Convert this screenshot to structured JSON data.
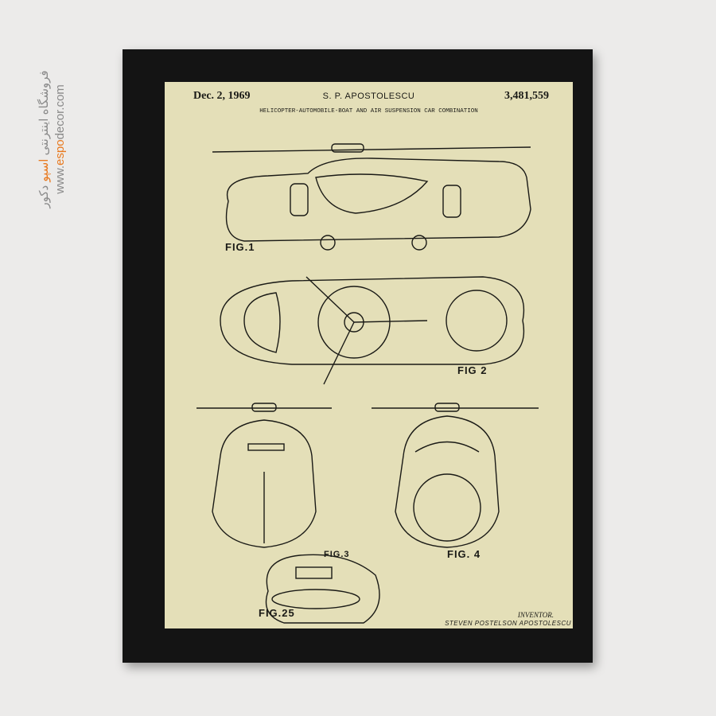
{
  "brand": {
    "store_name_prefix": "فروشگاه اینترنتی",
    "store_name_highlight": "اسپو",
    "store_name_suffix": "دکور",
    "url_prefix": "www.",
    "url_highlight": "espo",
    "url_suffix": "decor.com",
    "accent_color": "#e8791f"
  },
  "patent": {
    "date": "Dec. 2, 1969",
    "inventor_short": "S. P. APOSTOLESCU",
    "number": "3,481,559",
    "title": "HELICOPTER-AUTOMOBILE-BOAT AND AIR SUSPENSION CAR COMBINATION",
    "figures": [
      "FIG.1",
      "FIG 2",
      "FIG.3",
      "FIG. 4",
      "FIG.25"
    ],
    "inventor_label": "INVENTOR.",
    "inventor_name": "STEVEN POSTELSON APOSTOLESCU"
  }
}
